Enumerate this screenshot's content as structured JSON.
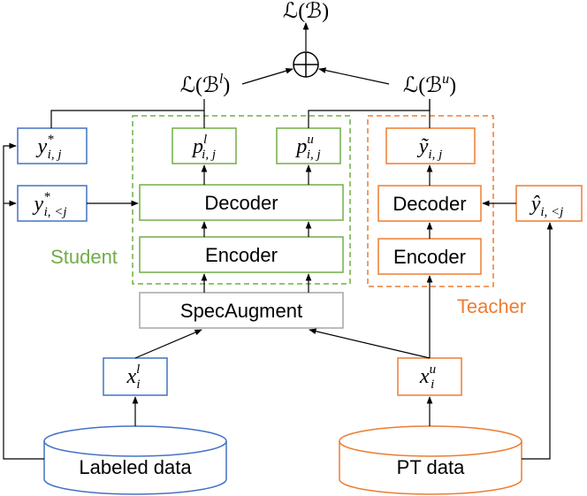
{
  "colors": {
    "student": "#70ad47",
    "teacher": "#ed7d31",
    "labeled": "#4472c4",
    "neutral": "#a6a6a6",
    "line": "#000000"
  },
  "loss": {
    "total_name": "ℒ",
    "total_arg": "(ℬ)",
    "labeled_name": "ℒ",
    "labeled_base": "(ℬ",
    "labeled_sup": "l",
    "labeled_close": ")",
    "unlabeled_name": "ℒ",
    "unlabeled_base": "(ℬ",
    "unlabeled_sup": "u",
    "unlabeled_close": ")"
  },
  "groups": {
    "student_label": "Student",
    "teacher_label": "Teacher"
  },
  "blocks": {
    "student_decoder": "Decoder",
    "student_encoder": "Encoder",
    "teacher_decoder": "Decoder",
    "teacher_encoder": "Encoder",
    "specaugment": "SpecAugment"
  },
  "symbols": {
    "y_star": {
      "base": "y",
      "sup": "*",
      "sub": "i, j"
    },
    "y_star_prev": {
      "base": "y",
      "sup": "*",
      "sub": "i, <j"
    },
    "p_l": {
      "base": "p",
      "sup": "l",
      "sub": "i, j"
    },
    "p_u": {
      "base": "p",
      "sup": "u",
      "sub": "i, j"
    },
    "y_tilde": {
      "base": "ỹ",
      "sub": "i, j"
    },
    "y_hat_prev": {
      "base": "ŷ",
      "sub": "i, <j"
    },
    "x_l": {
      "base": "x",
      "sup": "l",
      "sub": "i"
    },
    "x_u": {
      "base": "x",
      "sup": "u",
      "sub": "i"
    }
  },
  "datasets": {
    "labeled": "Labeled data",
    "pt": "PT data"
  }
}
